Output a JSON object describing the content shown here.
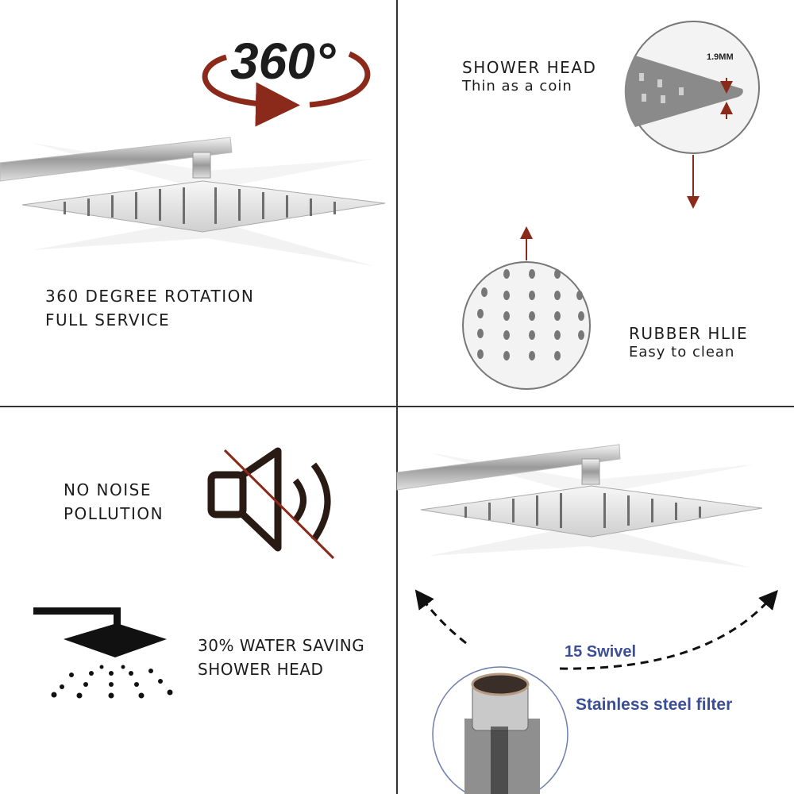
{
  "colors": {
    "accent_brown": "#8b2a1a",
    "blue_text": "#3b4f98",
    "divider": "#333333",
    "text": "#1c1c1c"
  },
  "panel_rotation": {
    "badge": "360°",
    "line1": "360 DEGREE ROTATION",
    "line2": "FULL SERVICE"
  },
  "panel_thin": {
    "title": "SHOWER HEAD",
    "subtitle": "Thin as a coin",
    "measurement": "1.9MM",
    "nozzle_title": "RUBBER HLIE",
    "nozzle_subtitle": "Easy to clean"
  },
  "panel_features": {
    "noise_line1": "NO NOISE",
    "noise_line2": "POLLUTION",
    "water_line1": "30% WATER SAVING",
    "water_line2": "SHOWER HEAD",
    "icons": [
      "muted-speaker-icon",
      "shower-icon"
    ]
  },
  "panel_swivel": {
    "swivel_label": "15 Swivel",
    "filter_label": "Stainless steel filter"
  }
}
